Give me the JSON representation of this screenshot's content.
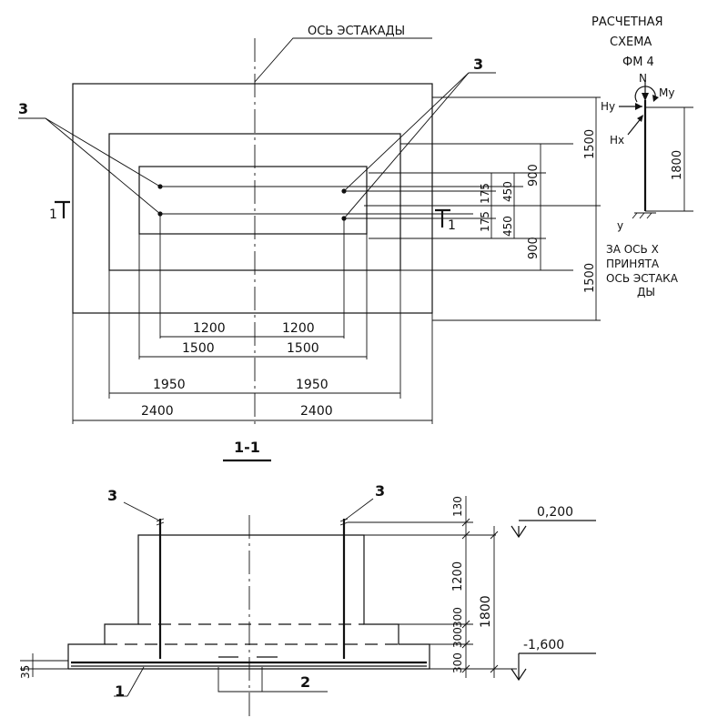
{
  "plan": {
    "axis_label": "ОСЬ ЭСТАКАДЫ",
    "callout_left": "3",
    "callout_right": "3",
    "section_mark_left": "1",
    "section_mark_right": "1",
    "dims_bottom": {
      "inner_left": "1200",
      "inner_right": "1200",
      "mid_left": "1500",
      "mid_right": "1500",
      "outer1_left": "1950",
      "outer1_right": "1950",
      "outer2_left": "2400",
      "outer2_right": "2400"
    },
    "dims_right": {
      "a_top": "175",
      "a_bottom": "175",
      "b_top": "450",
      "b_bottom": "450",
      "c_top": "900",
      "c_bottom": "900",
      "d_top": "1500",
      "d_bottom": "1500"
    }
  },
  "scheme": {
    "title_line1": "РАСЧЕТНАЯ",
    "title_line2": "СХЕМА",
    "title_line3": "ФМ 4",
    "label_N": "N",
    "label_My": "My",
    "label_Hy": "Hy",
    "label_Hx": "Hx",
    "label_y": "y",
    "height": "1800",
    "note_line1": "ЗА ОСЬ X",
    "note_line2": "ПРИНЯТА",
    "note_line3": "ОСЬ ЭСТАКА",
    "note_line4": "ДЫ"
  },
  "section": {
    "title": "1-1",
    "callout_left": "3",
    "callout_right": "3",
    "callout_1": "1",
    "callout_2": "2",
    "dim_130": "130",
    "dim_1200": "1200",
    "dim_300a": "300",
    "dim_300b": "300",
    "dim_300c": "300",
    "dim_1800": "1800",
    "dim_35": "35",
    "level_top": "0,200",
    "level_bottom": "-1,600"
  }
}
